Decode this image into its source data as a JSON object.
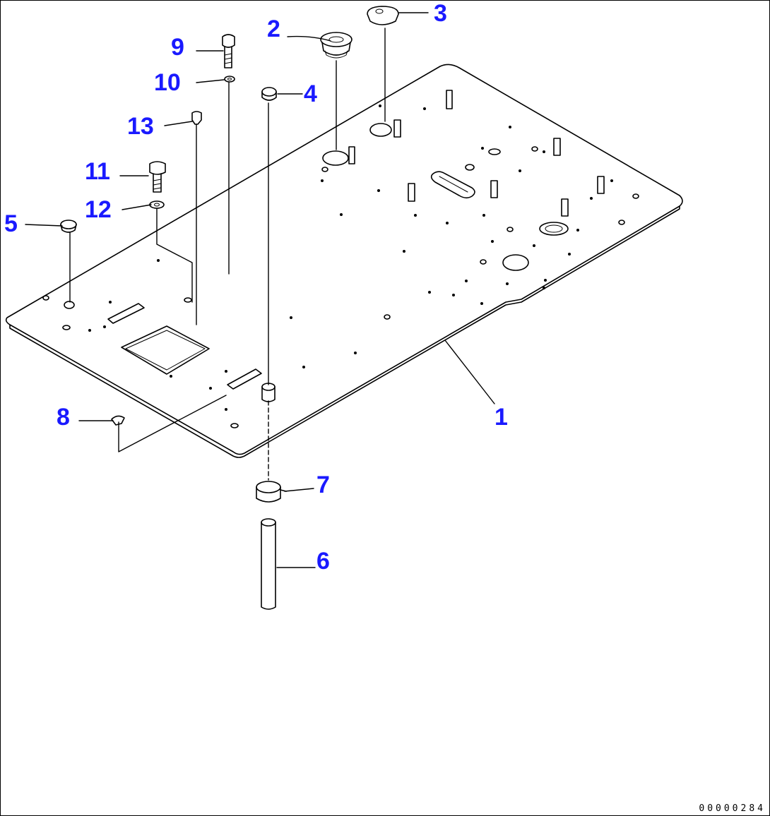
{
  "callouts": {
    "c1": "1",
    "c2": "2",
    "c3": "3",
    "c4": "4",
    "c5": "5",
    "c6": "6",
    "c7": "7",
    "c8": "8",
    "c9": "9",
    "c10": "10",
    "c11": "11",
    "c12": "12",
    "c13": "13"
  },
  "drawing_number": "00000284",
  "colors": {
    "callout": "#1a1aff",
    "line": "#000000"
  },
  "icons": {
    "part-1": "floor-plate",
    "part-2": "grommet",
    "part-3": "cap",
    "part-4": "plug",
    "part-5": "grommet",
    "part-6": "pipe",
    "part-7": "clamp",
    "part-8": "clip",
    "part-9": "bolt",
    "part-10": "washer",
    "part-11": "bolt",
    "part-12": "washer",
    "part-13": "plug"
  }
}
